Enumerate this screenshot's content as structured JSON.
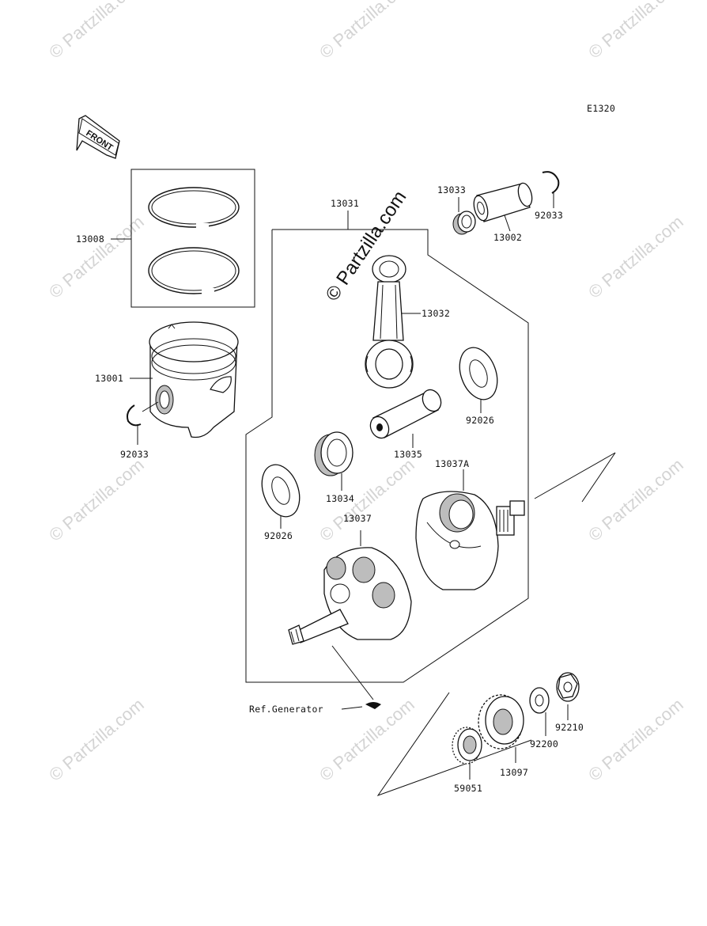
{
  "diagram_code": "E1320",
  "front_label": "FRONT",
  "watermark_main": "© Partzilla.com",
  "watermark_small": "© Partzilla.com",
  "ref_label": "Ref.Generator",
  "parts": {
    "p13008": "13008",
    "p13001": "13001",
    "p92033a": "92033",
    "p13031": "13031",
    "p13033": "13033",
    "p92033b": "92033",
    "p13002": "13002",
    "p13032": "13032",
    "p92026a": "92026",
    "p13035": "13035",
    "p13034": "13034",
    "p13037A": "13037A",
    "p92026b": "92026",
    "p13037": "13037",
    "p92210": "92210",
    "p92200": "92200",
    "p13097": "13097",
    "p59051": "59051"
  }
}
